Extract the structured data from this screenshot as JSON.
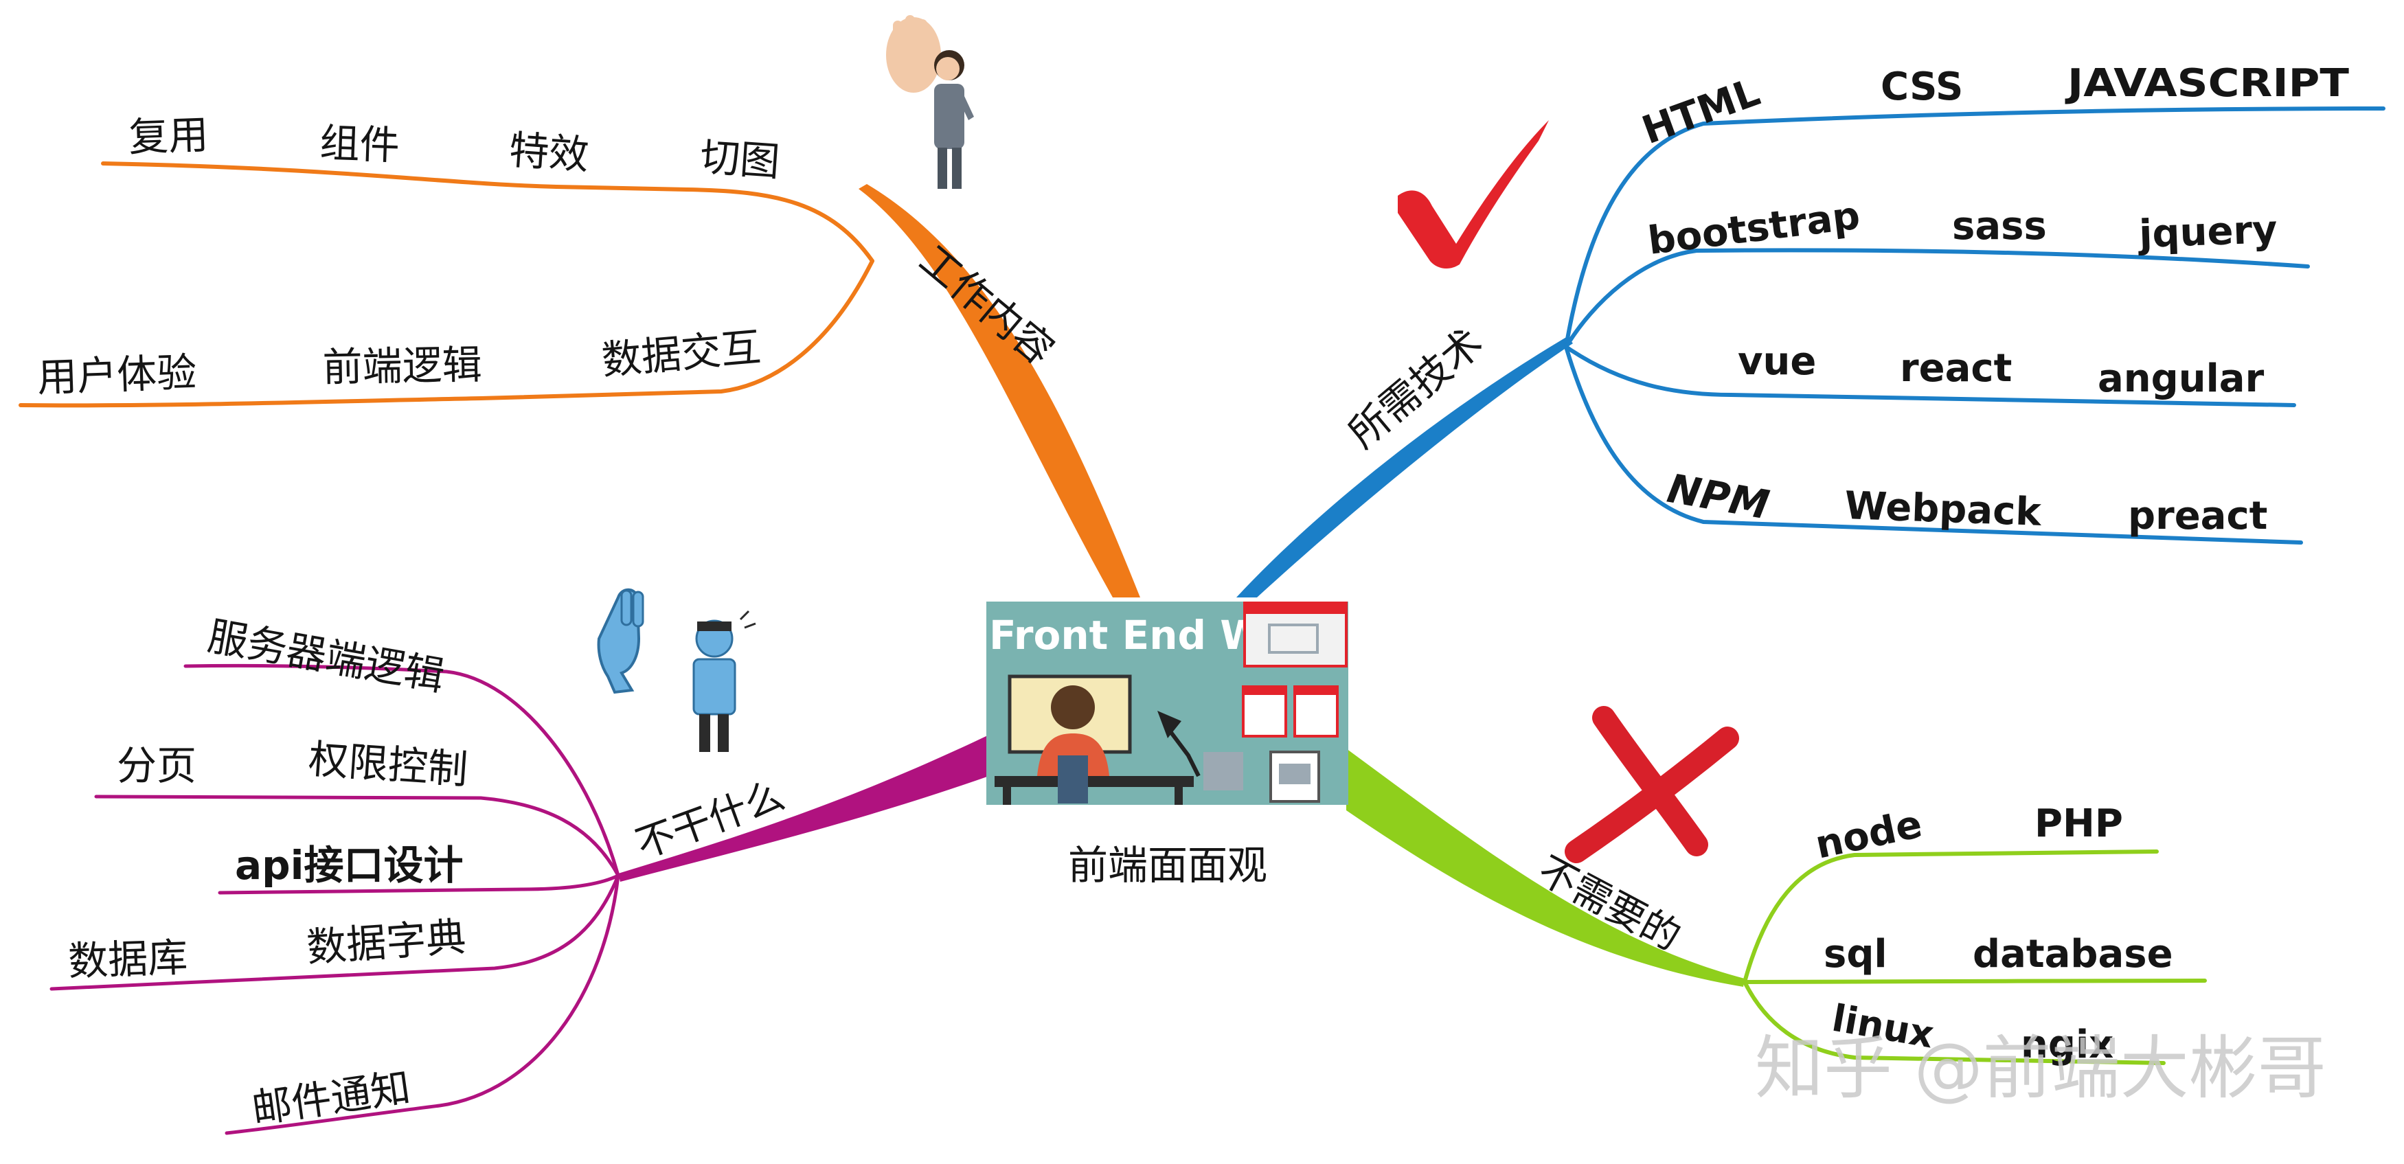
{
  "colors": {
    "work": "#f07a18",
    "tech": "#1b7fc8",
    "not_do": "#b0127f",
    "not_needed": "#8fcf1c",
    "tick": "#e3232b",
    "cross": "#d8202a",
    "center_bg": "#7ab3b0"
  },
  "center": {
    "image_title": "Front End Web",
    "caption": "前端面面观",
    "icon": "developer-at-desk-illustration"
  },
  "branches": {
    "work": {
      "label": "工作内容",
      "items": [
        "复用",
        "组件",
        "特效",
        "切图",
        "用户体验",
        "前端逻辑",
        "数据交互"
      ]
    },
    "tech": {
      "label": "所需技术",
      "items": [
        "HTML",
        "CSS",
        "JAVASCRIPT",
        "bootstrap",
        "sass",
        "jquery",
        "vue",
        "react",
        "angular",
        "NPM",
        "Webpack",
        "preact"
      ]
    },
    "not_do": {
      "label": "不干什么",
      "items": [
        "服务器端逻辑",
        "分页",
        "权限控制",
        "api接口设计",
        "数据库",
        "数据字典",
        "邮件通知"
      ]
    },
    "not_needed": {
      "label": "不需要的",
      "items": [
        "node",
        "PHP",
        "sql",
        "database",
        "linux",
        "ngix"
      ]
    }
  },
  "watermark": "知乎 @前端大彬哥"
}
